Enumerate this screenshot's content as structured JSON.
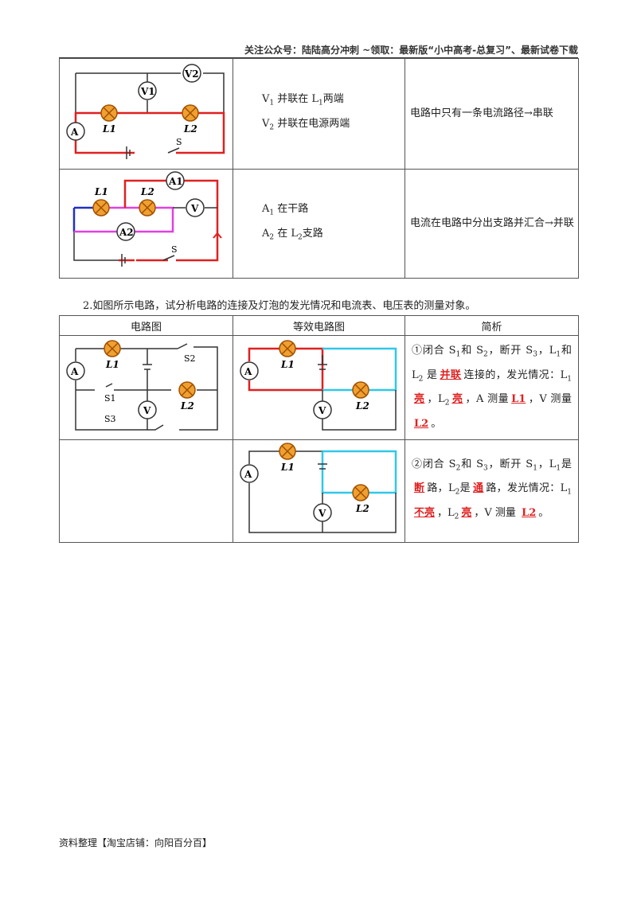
{
  "header": {
    "text": "关注公众号：陆陆高分冲刺  ~领取：最新版“小中高考-总复习”、最新试卷下载"
  },
  "table1": {
    "rows": [
      {
        "line1_main": "V",
        "line1_sub": "1",
        "line1_rest": " 并联在 L",
        "line1_sub2": "1",
        "line1_end": "两端",
        "line2_main": "V",
        "line2_sub": "2",
        "line2_rest": " 并联在电源两端",
        "conclusion": "电路中只有一条电流路径→串联"
      },
      {
        "line1_main": "A",
        "line1_sub": "1",
        "line1_rest": " 在干路",
        "line1_sub2": "",
        "line1_end": "",
        "line2_main": "A",
        "line2_sub": "2",
        "line2_rest": " 在 L",
        "line2_sub2": "2",
        "line2_end": "支路",
        "conclusion": "电流在电路中分出支路并汇合→并联"
      }
    ]
  },
  "question2": {
    "text": "2.如图所示电路，试分析电路的连接及灯泡的发光情况和电流表、电压表的测量对象。"
  },
  "table2": {
    "headers": [
      "电路图",
      "等效电路图",
      "简析"
    ],
    "analysis1": {
      "p1": "①闭合 S",
      "s1": "1",
      "p2": "和 S",
      "s2": "2",
      "p3": "，断开 S",
      "s3": "3",
      "p4": "，L",
      "s4": "1",
      "p5": "和 L",
      "s5": "2",
      "p6": "是",
      "blank1": "并联",
      "p7": "连接的，发光情况：L",
      "s6": "1",
      "blank2": "亮",
      "p8": "，L",
      "s7": "2",
      "blank3": "亮",
      "p9": "，A 测量",
      "blank4": "L1",
      "p10": "，V 测量",
      "blank5": "L2",
      "p11": "。"
    },
    "analysis2": {
      "p1": "②闭合 S",
      "s1": "2",
      "p2": "和 S",
      "s2": "3",
      "p3": "，断开 S",
      "s3": "1",
      "p4": "，L",
      "s4": "1",
      "p5": "是",
      "blank1": "断",
      "p6": "路，L",
      "s5": "2",
      "p7": "是",
      "blank2": "通",
      "p8": "路，发光情况：L",
      "s6": "1",
      "blank3": "不亮",
      "p9": "，L",
      "s7": "2",
      "blank4": "亮",
      "p10": "，V 测量",
      "blank5": "L2",
      "p11": "。"
    }
  },
  "labels": {
    "V": "V",
    "V1": "V1",
    "V2": "V2",
    "A": "A",
    "A1": "A1",
    "A2": "A2",
    "L1": "L1",
    "L2": "L2",
    "S": "S",
    "S1": "S1",
    "S2": "S2",
    "S3": "S3"
  },
  "colors": {
    "red": "#e02020",
    "blue": "#2030c0",
    "magenta": "#e040e0",
    "cyan": "#30c8e8",
    "lamp": "#f0a030"
  },
  "footer": {
    "text": "资料整理【淘宝店铺：向阳百分百】"
  }
}
